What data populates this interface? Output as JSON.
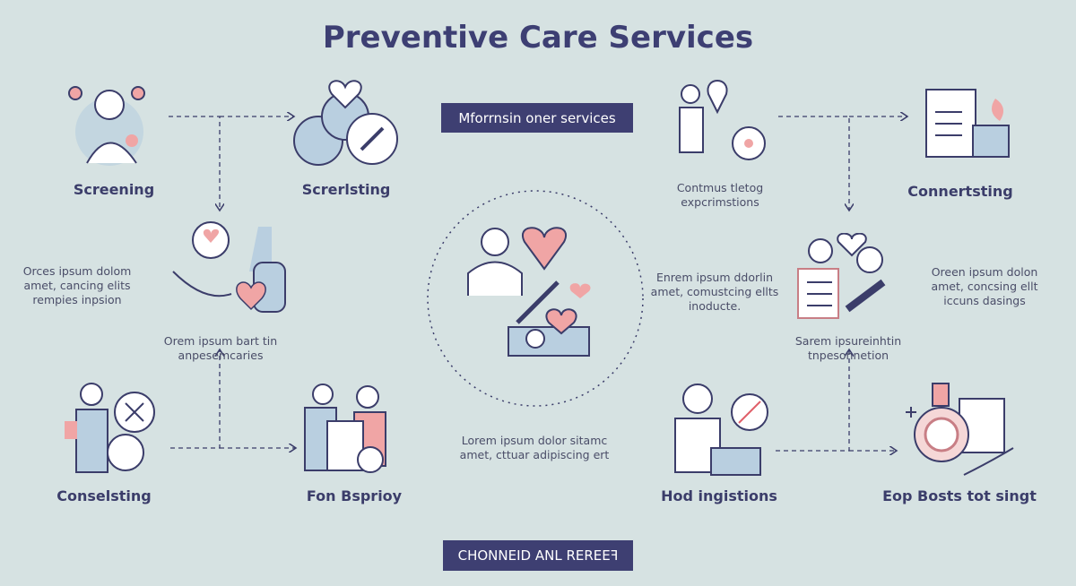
{
  "title": "Preventive Care Services",
  "top_button": "Mforrnsin oner services",
  "bottom_button": "CHONNEID ANL REREEꟻ",
  "colors": {
    "background": "#d6e2e2",
    "navy": "#3e3f72",
    "pink": "#f0a5a5",
    "light_blue": "#b9cfe0"
  },
  "nodes": [
    {
      "label": "Screening",
      "icon": "doctor-icon"
    },
    {
      "label": "Screrlsting",
      "icon": "lab-test-icon"
    },
    {
      "label": "Connertsting",
      "icon": "clipboard-icon"
    },
    {
      "label": "Conselsting",
      "icon": "counselor-icon"
    },
    {
      "label": "Fon Bsprioy",
      "icon": "family-tablet-icon"
    },
    {
      "label": "Hod ingistions",
      "icon": "family-icon"
    },
    {
      "label": "Eop Bosts tot singt",
      "icon": "first-aid-icon"
    }
  ],
  "texts": {
    "contmus": [
      "Contmus tletog",
      "expcrimstions"
    ],
    "left": [
      "Orces ipsum dolom",
      "amet, cancing elits",
      "rempies inpsion"
    ],
    "orem": [
      "Orem ipsum bart tin",
      "anpesemcaries"
    ],
    "enrem": [
      "Enrem ipsum ddorlin",
      "amet, comustcing ellts",
      "inoducte."
    ],
    "oreen": [
      "Oreen ipsum dolon",
      "amet, concsing ellt",
      "iccuns dasings"
    ],
    "sarem": [
      "Sarem ipsureinhtin",
      "tnpesonnetion"
    ],
    "lorem": [
      "Lorem ipsum dolor sitamc",
      "amet, cttuar adipiscing ert"
    ]
  }
}
